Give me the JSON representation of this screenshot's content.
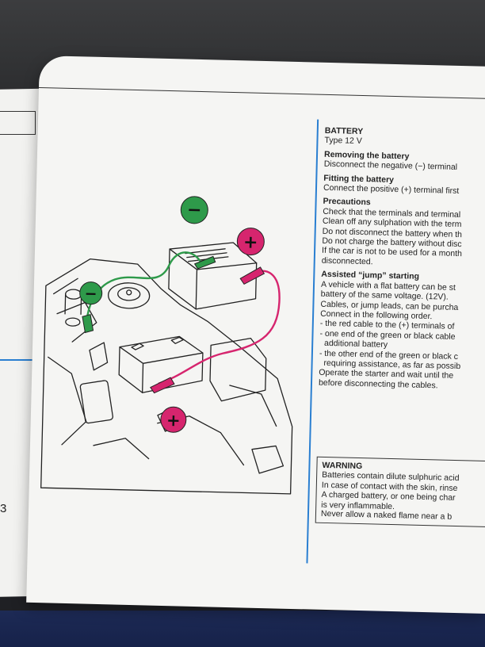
{
  "battery": {
    "title": "BATTERY",
    "type_line": "Type 12 V"
  },
  "removing": {
    "heading": "Removing the battery",
    "text": "Disconnect the negative (−) terminal"
  },
  "fitting": {
    "heading": "Fitting the battery",
    "text": "Connect the positive (+) terminal first"
  },
  "precautions": {
    "heading": "Precautions",
    "lines": [
      "Check that the terminals and terminal",
      "Clean off any sulphation with the term",
      "Do not disconnect the battery when th",
      "Do not charge the battery without disc",
      "If the car is not to be used for a month",
      "disconnected."
    ]
  },
  "jump": {
    "heading": "Assisted “jump” starting",
    "lines": [
      "A vehicle with a flat battery can be st",
      "battery of the same voltage. (12V).",
      "Cables, or jump leads, can be purcha",
      "Connect in the following order.",
      "- the red cable to the (+) terminals of",
      "- one end of the green or black cable",
      "  additional battery",
      "- the other end of the green or black c",
      "  requiring assistance, as far as possib",
      "Operate the starter and wait until the",
      "before disconnecting the cables."
    ]
  },
  "warning": {
    "heading": "WARNING",
    "lines": [
      "Batteries contain dilute sulphuric acid",
      "In case of contact with the skin, rinse",
      "A charged battery, or one being char",
      "is very inflammable.",
      "Never allow a naked flame near a b"
    ]
  },
  "left_page": {
    "page_number": "3"
  },
  "diagram": {
    "neg_symbol": "−",
    "pos_symbol": "+"
  },
  "colors": {
    "negative_green": "#2e9a4a",
    "positive_magenta": "#d6256e",
    "rule_blue": "#2a7fd1"
  }
}
